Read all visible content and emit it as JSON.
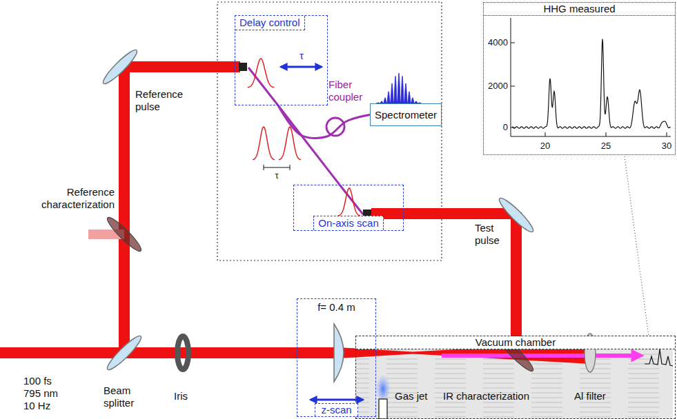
{
  "diagram": {
    "nodes": [
      {
        "text": [
          "Delay control"
        ]
      },
      {
        "text": [
          "Spectrometer"
        ]
      },
      {
        "text": [
          "On-axis scan"
        ]
      },
      {
        "text": [
          "Vacuum chamber"
        ]
      },
      {
        "text": [
          "HHG measured"
        ]
      },
      {
        "text": [
          "f= 0.4 m",
          "z-scan"
        ]
      }
    ],
    "edges": [
      {
        "from": 0,
        "to": 2,
        "arrow": "none"
      },
      {
        "from": 0,
        "to": 1,
        "arrow": "none"
      }
    ],
    "labels": [
      "τ",
      "Fiber coupler",
      "τ",
      "Reference pulse",
      "Reference characterization",
      "Test pulse",
      "100 fs",
      "795 nm",
      "10 Hz",
      "Beam splitter",
      "Iris",
      "Gas jet",
      "IR characterization",
      "Al filter",
      "4000",
      "2000",
      "0",
      "20",
      "25",
      "30"
    ]
  }
}
